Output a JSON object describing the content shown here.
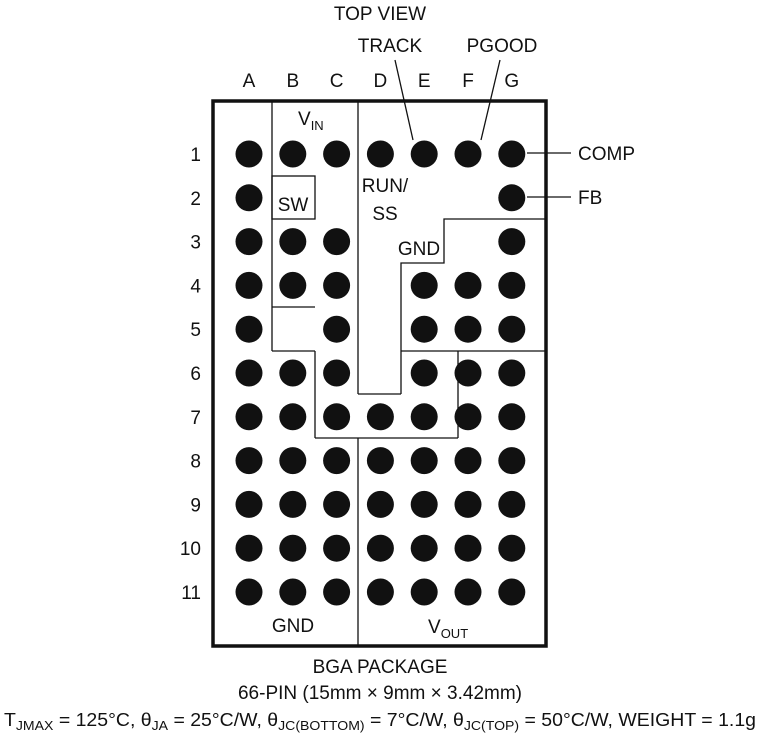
{
  "title": "TOP VIEW",
  "columns": [
    "A",
    "B",
    "C",
    "D",
    "E",
    "F",
    "G"
  ],
  "rows": [
    "1",
    "2",
    "3",
    "4",
    "5",
    "6",
    "7",
    "8",
    "9",
    "10",
    "11"
  ],
  "missing_balls": [
    "B2",
    "C2",
    "D2",
    "E2",
    "F2",
    "B5",
    "D3",
    "D4",
    "D5",
    "D6",
    "E3",
    "F3"
  ],
  "external_labels": {
    "track": "TRACK",
    "pgood": "PGOOD",
    "comp": "COMP",
    "fb": "FB"
  },
  "regions": {
    "vin": {
      "main": "V",
      "sub": "IN"
    },
    "sw": "SW",
    "run_ss_line1": "RUN/",
    "run_ss_line2": "SS",
    "gnd_upper": "GND",
    "gnd_lower": "GND",
    "vout": {
      "main": "V",
      "sub": "OUT"
    }
  },
  "package": {
    "name": "BGA PACKAGE",
    "pins": "66-PIN (15mm × 9mm × 3.42mm)"
  },
  "specs": {
    "t1": "T",
    "t1_sub": "JMAX",
    "t1_val": " = 125°C, ",
    "t2": "θ",
    "t2_sub": "JA",
    "t2_val": " = 25°C/W, ",
    "t3": "θ",
    "t3_sub": "JC(BOTTOM)",
    "t3_val": " = 7°C/W, ",
    "t4": "θ",
    "t4_sub": "JC(TOP)",
    "t4_val": " = 50°C/W, WEIGHT = 1.1g"
  },
  "colors": {
    "ball": "#111111",
    "outline": "#111111",
    "background": "#ffffff"
  }
}
